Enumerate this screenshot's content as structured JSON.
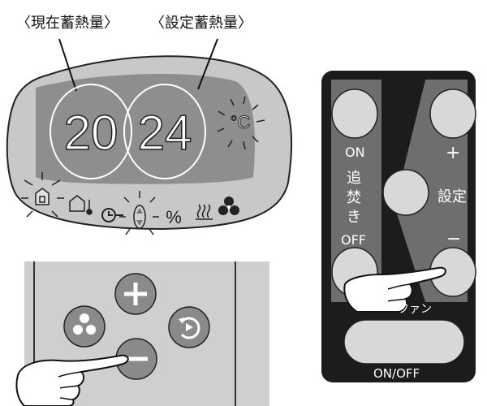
{
  "labels": {
    "current_heat": "〈現在蓄熱量〉",
    "set_heat": "〈設定蓄熱量〉"
  },
  "display": {
    "current_value": "20",
    "set_value": "24",
    "unit": "°C",
    "percent": "%",
    "status_icons": [
      "house-heat-icon",
      "house-thermometer-icon",
      "clock-icon",
      "up-down-arrow-icon",
      "percent-icon",
      "heater-icon",
      "fan-icon"
    ]
  },
  "control_panel": {
    "buttons": [
      "plus-button",
      "fan-button",
      "cycle-button",
      "minus-button"
    ]
  },
  "remote": {
    "on_label": "ON",
    "reheat_label": "追\n焚\nき",
    "reheat_chars": [
      "追",
      "焚",
      "き"
    ],
    "off_label": "OFF",
    "plus_label": "+",
    "set_label": "設定",
    "minus_label": "−",
    "fan_label": "ファン",
    "onoff_label": "ON/OFF"
  },
  "colors": {
    "display_bezel": "#c8c8c8",
    "display_screen": "#8e8e8e",
    "panel": "#cfcfcf",
    "button": "#8a8a8a",
    "remote_body": "#1c1c1c",
    "remote_inner": "#6e6e6e",
    "remote_button": "#d8d8d8"
  }
}
